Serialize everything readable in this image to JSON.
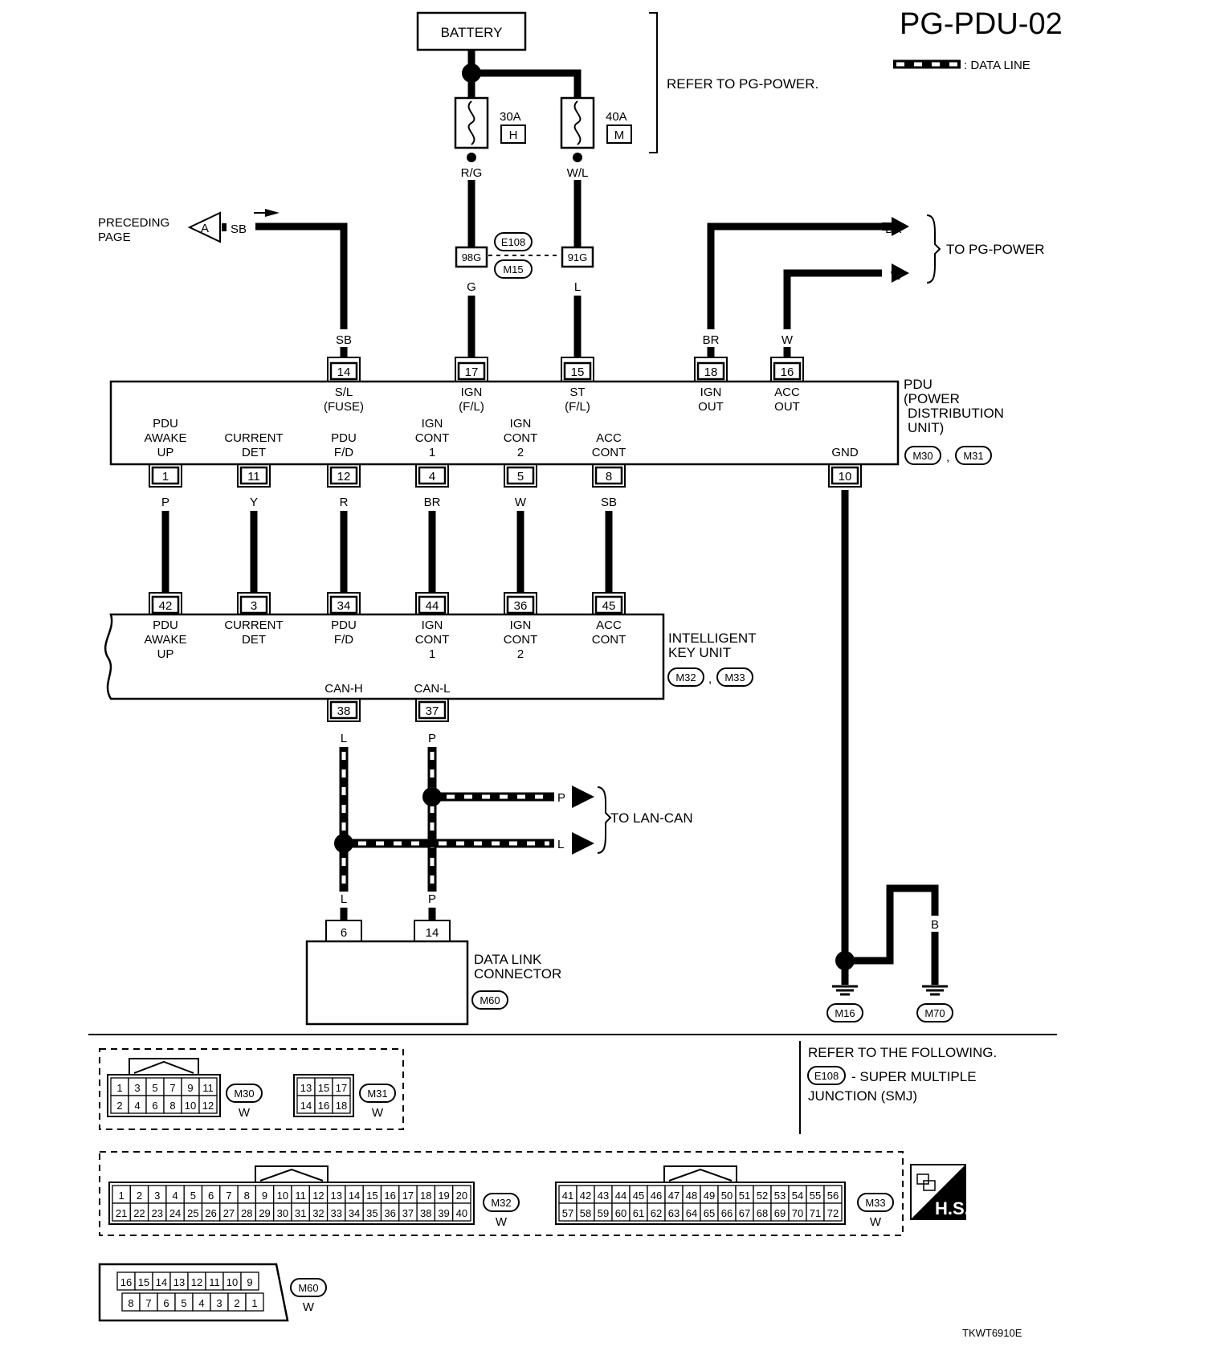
{
  "title": "PG-PDU-02",
  "legend": {
    "text": ": DATA LINE"
  },
  "battery": {
    "label": "BATTERY"
  },
  "refer_power": "REFER TO PG-POWER.",
  "fuses": {
    "h": {
      "amp": "30A",
      "code": "H",
      "wire": "R/G"
    },
    "m": {
      "amp": "40A",
      "code": "M",
      "wire": "W/L"
    }
  },
  "preceding": {
    "line1": "PRECEDING",
    "line2": "PAGE",
    "marker": "A",
    "wire": "SB"
  },
  "joint": {
    "left": "98G",
    "right": "91G",
    "conn1": "E108",
    "conn2": "M15",
    "wire_left": "G",
    "wire_right": "L"
  },
  "to_pg_power": {
    "label": "TO PG-POWER",
    "w1": "BR",
    "w2": "W"
  },
  "pdu": {
    "name": [
      "PDU",
      "(POWER",
      "DISTRIBUTION",
      "UNIT)"
    ],
    "connectors": [
      "M30",
      "M31"
    ],
    "top_pins": [
      {
        "pin": "14",
        "wire": "SB",
        "l1": "S/L",
        "l2": "(FUSE)"
      },
      {
        "pin": "17",
        "wire": "G",
        "l1": "IGN",
        "l2": "(F/L)"
      },
      {
        "pin": "15",
        "wire": "L",
        "l1": "ST",
        "l2": "(F/L)"
      },
      {
        "pin": "18",
        "wire": "BR",
        "l1": "IGN",
        "l2": "OUT"
      },
      {
        "pin": "16",
        "wire": "W",
        "l1": "ACC",
        "l2": "OUT"
      }
    ],
    "bottom_pins": [
      {
        "pin": "1",
        "wire": "P",
        "l1": "PDU",
        "l2": "AWAKE",
        "l3": "UP"
      },
      {
        "pin": "11",
        "wire": "Y",
        "l1": "",
        "l2": "CURRENT",
        "l3": "DET"
      },
      {
        "pin": "12",
        "wire": "R",
        "l1": "",
        "l2": "PDU",
        "l3": "F/D"
      },
      {
        "pin": "4",
        "wire": "BR",
        "l1": "IGN",
        "l2": "CONT",
        "l3": "1"
      },
      {
        "pin": "5",
        "wire": "W",
        "l1": "IGN",
        "l2": "CONT",
        "l3": "2"
      },
      {
        "pin": "8",
        "wire": "SB",
        "l1": "",
        "l2": "ACC",
        "l3": "CONT"
      },
      {
        "pin": "10",
        "wire": "B",
        "l1": "",
        "l2": "",
        "l3": "GND"
      }
    ]
  },
  "iku": {
    "name": [
      "INTELLIGENT",
      "KEY UNIT"
    ],
    "connectors": [
      "M32",
      "M33"
    ],
    "top_pins": [
      {
        "pin": "42",
        "l1": "PDU",
        "l2": "AWAKE",
        "l3": "UP"
      },
      {
        "pin": "3",
        "l1": "CURRENT",
        "l2": "DET",
        "l3": ""
      },
      {
        "pin": "34",
        "l1": "PDU",
        "l2": "F/D",
        "l3": ""
      },
      {
        "pin": "44",
        "l1": "IGN",
        "l2": "CONT",
        "l3": "1"
      },
      {
        "pin": "36",
        "l1": "IGN",
        "l2": "CONT",
        "l3": "2"
      },
      {
        "pin": "45",
        "l1": "ACC",
        "l2": "CONT",
        "l3": ""
      }
    ],
    "bottom_pins": [
      {
        "pin": "38",
        "label": "CAN-H",
        "wire": "L"
      },
      {
        "pin": "37",
        "label": "CAN-L",
        "wire": "P"
      }
    ]
  },
  "lan_can": {
    "label": "TO LAN-CAN",
    "p": "P",
    "l": "L"
  },
  "dlc": {
    "name": [
      "DATA LINK",
      "CONNECTOR"
    ],
    "connector": "M60",
    "pin_l": "6",
    "pin_p": "14",
    "wire_l": "L",
    "wire_p": "P"
  },
  "ground": {
    "wire": "B",
    "g1": "M16",
    "g2": "M70"
  },
  "refer_following": {
    "line1": "REFER TO THE FOLLOWING.",
    "code": "E108",
    "line2": "- SUPER MULTIPLE",
    "line3": "JUNCTION (SMJ)"
  },
  "m30_grid": {
    "row1": [
      "1",
      "3",
      "5",
      "7",
      "9",
      "11"
    ],
    "row2": [
      "2",
      "4",
      "6",
      "8",
      "10",
      "12"
    ],
    "label": "M30",
    "color": "W"
  },
  "m31_grid": {
    "row1": [
      "13",
      "15",
      "17"
    ],
    "row2": [
      "14",
      "16",
      "18"
    ],
    "label": "M31",
    "color": "W"
  },
  "m32_grid": {
    "row1": [
      "1",
      "2",
      "3",
      "4",
      "5",
      "6",
      "7",
      "8",
      "9",
      "10",
      "11",
      "12",
      "13",
      "14",
      "15",
      "16",
      "17",
      "18",
      "19",
      "20"
    ],
    "row2": [
      "21",
      "22",
      "23",
      "24",
      "25",
      "26",
      "27",
      "28",
      "29",
      "30",
      "31",
      "32",
      "33",
      "34",
      "35",
      "36",
      "37",
      "38",
      "39",
      "40"
    ],
    "label": "M32",
    "color": "W"
  },
  "m33_grid": {
    "row1": [
      "41",
      "42",
      "43",
      "44",
      "45",
      "46",
      "47",
      "48",
      "49",
      "50",
      "51",
      "52",
      "53",
      "54",
      "55",
      "56"
    ],
    "row2": [
      "57",
      "58",
      "59",
      "60",
      "61",
      "62",
      "63",
      "64",
      "65",
      "66",
      "67",
      "68",
      "69",
      "70",
      "71",
      "72"
    ],
    "label": "M33",
    "color": "W"
  },
  "m60_grid": {
    "row1": [
      "16",
      "15",
      "14",
      "13",
      "12",
      "11",
      "10",
      "9"
    ],
    "row2": [
      "8",
      "7",
      "6",
      "5",
      "4",
      "3",
      "2",
      "1"
    ],
    "label": "M60",
    "color": "W"
  },
  "hs_badge": "H.S.",
  "footer_code": "TKWT6910E"
}
